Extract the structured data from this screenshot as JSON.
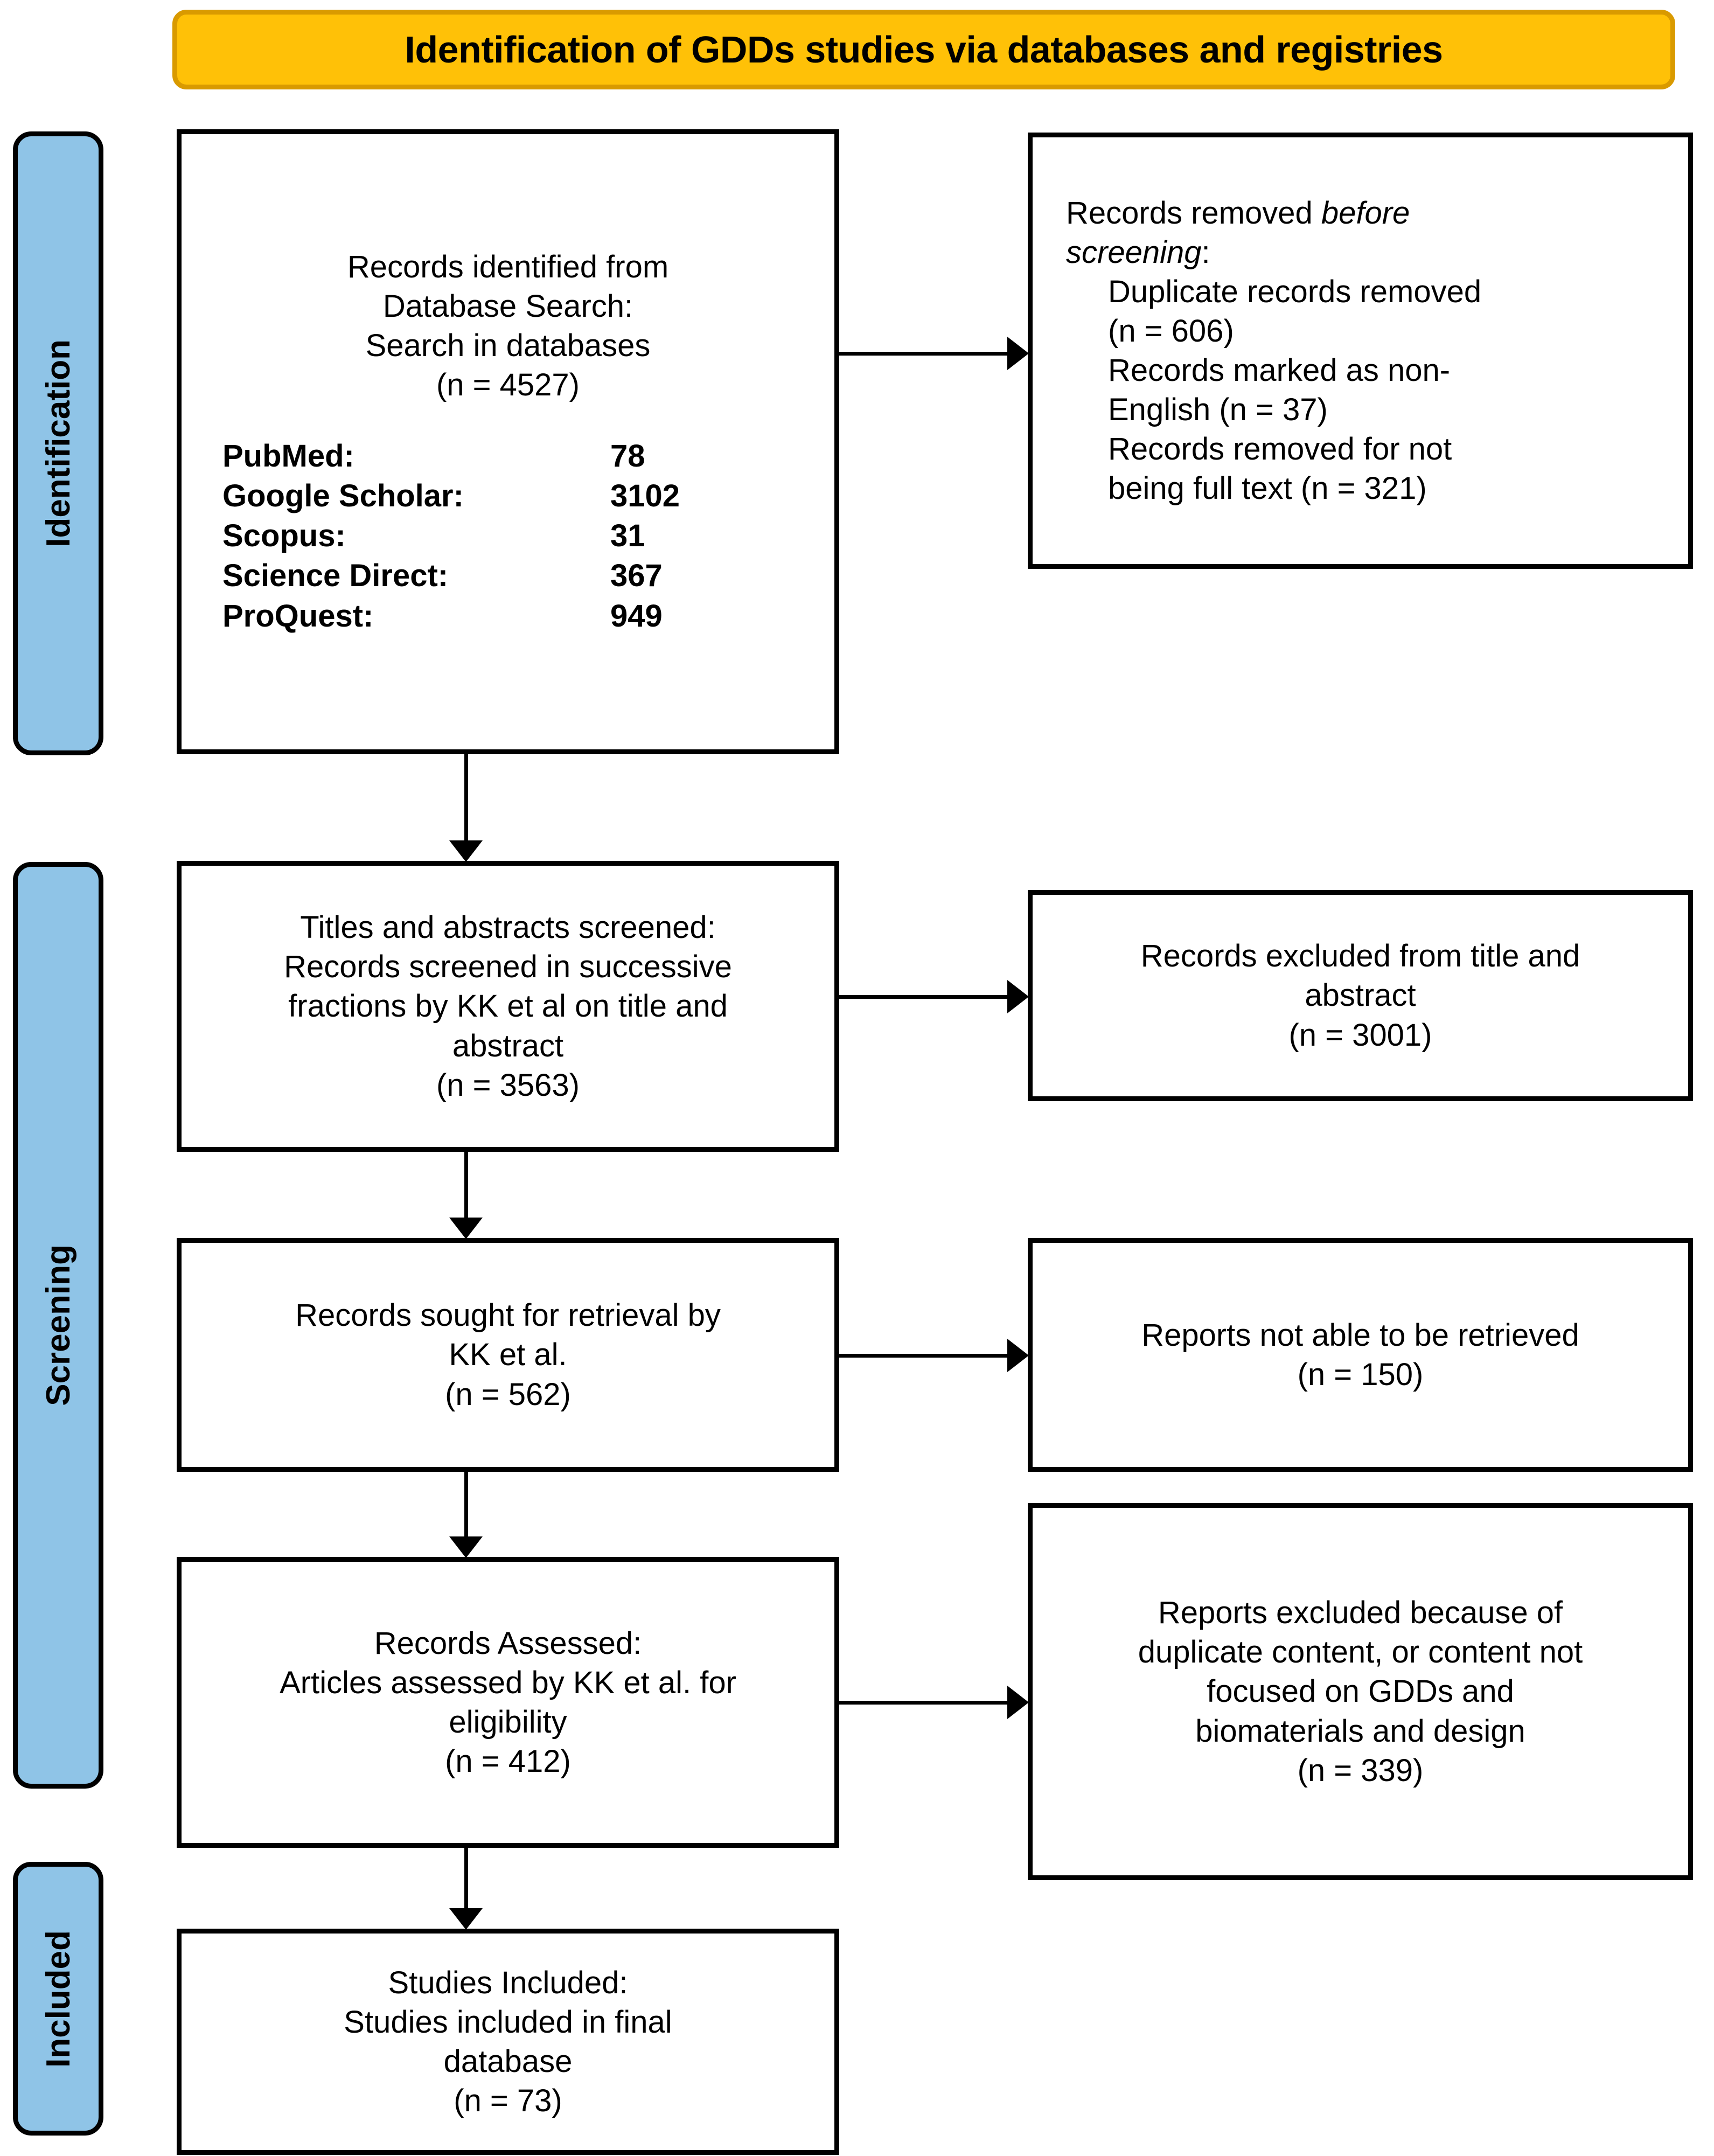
{
  "banner": {
    "title": "Identification of GDDs studies via databases and registries",
    "fill_color": "#FFC107",
    "border_color": "#D99A00"
  },
  "phases": {
    "identification": "Identification",
    "screening": "Screening",
    "included": "Included",
    "fill_color": "#8FC4E7",
    "border_color": "#000000"
  },
  "boxes": {
    "records_identified": {
      "line1": "Records identified from",
      "line2": "Database Search:",
      "line3": "Search in databases",
      "line4": "(n = 4527)",
      "databases": [
        {
          "name": "PubMed:",
          "count": "78"
        },
        {
          "name": "Google Scholar:",
          "count": "3102"
        },
        {
          "name": "Scopus:",
          "count": "31"
        },
        {
          "name": "Science Direct:",
          "count": "367"
        },
        {
          "name": "ProQuest:",
          "count": "949"
        }
      ]
    },
    "records_removed": {
      "line1_prefix": "Records removed ",
      "line1_italic": "before",
      "line2_italic": "screening",
      "line2_suffix": ":",
      "item1": "Duplicate records removed",
      "item2": "(n = 606)",
      "item3": "Records marked as non-",
      "item4": "English (n = 37)",
      "item5": "Records removed for not",
      "item6": "being full text (n = 321)"
    },
    "titles_screened": {
      "line1": "Titles and abstracts screened:",
      "line2": "Records screened in successive",
      "line3": "fractions by KK et al on title and",
      "line4": "abstract",
      "line5": "(n = 3563)"
    },
    "excluded_title_abstract": {
      "line1": "Records excluded from title and",
      "line2": "abstract",
      "line3": "(n = 3001)"
    },
    "sought_retrieval": {
      "line1": "Records sought for retrieval by",
      "line2": "KK et al.",
      "line3": "(n = 562)"
    },
    "not_retrieved": {
      "line1": "Reports not able to be retrieved",
      "line2": "(n = 150)"
    },
    "records_assessed": {
      "line1": "Records Assessed:",
      "line2": "Articles assessed by KK et al. for",
      "line3": "eligibility",
      "line4": "(n = 412)"
    },
    "reports_excluded": {
      "line1": "Reports excluded because of",
      "line2": "duplicate content, or content not",
      "line3": "focused on GDDs and",
      "line4": "biomaterials and design",
      "line5": "(n = 339)"
    },
    "studies_included": {
      "line1": "Studies Included:",
      "line2": "Studies included in final",
      "line3": "database",
      "line4": "(n = 73)"
    }
  },
  "flow_data": {
    "type": "prisma-flow",
    "identified_total": 4527,
    "removed_before_screening": {
      "duplicates": 606,
      "non_english": 37,
      "not_full_text": 321
    },
    "screened": 3563,
    "excluded_title_abstract": 3001,
    "sought_for_retrieval": 562,
    "not_retrieved": 150,
    "assessed_for_eligibility": 412,
    "reports_excluded": 339,
    "studies_included": 73
  }
}
